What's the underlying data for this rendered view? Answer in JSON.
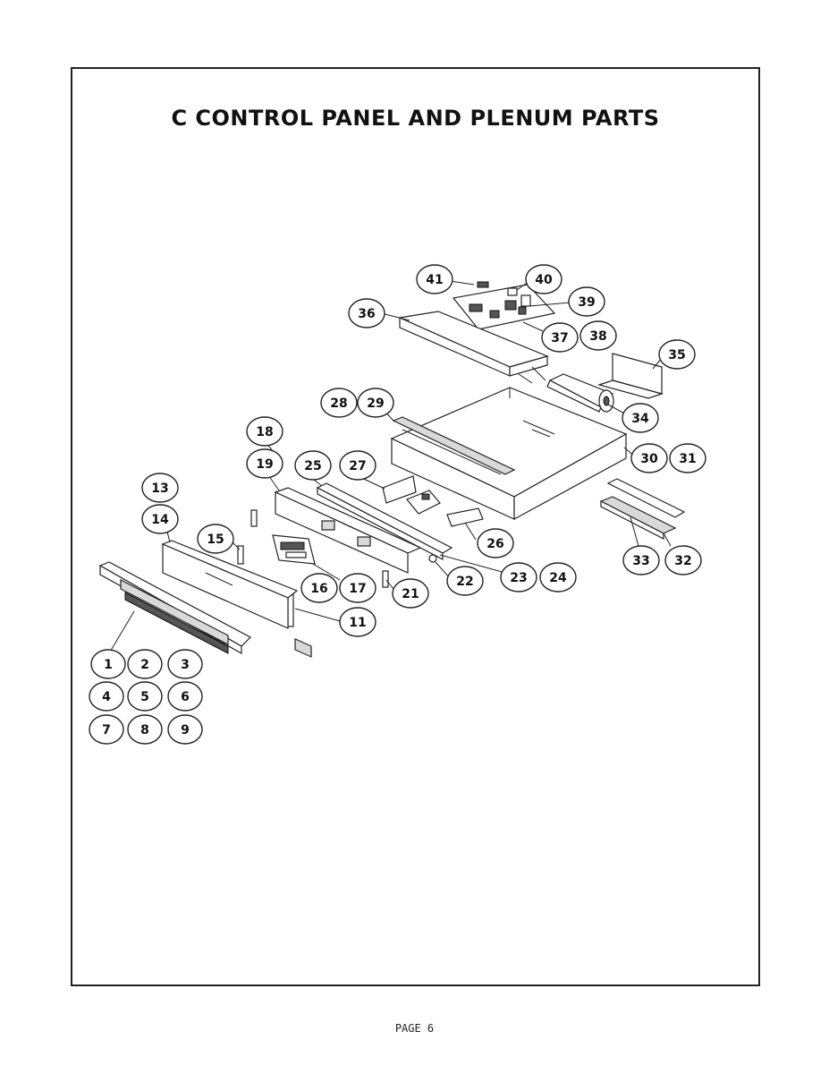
{
  "title": "C CONTROL PANEL AND PLENUM PARTS",
  "footer": "PAGE 6",
  "callouts": [
    "1",
    "2",
    "3",
    "4",
    "5",
    "6",
    "7",
    "8",
    "9",
    "11",
    "13",
    "14",
    "15",
    "16",
    "17",
    "18",
    "19",
    "21",
    "22",
    "23",
    "24",
    "25",
    "26",
    "27",
    "28",
    "29",
    "30",
    "31",
    "32",
    "33",
    "34",
    "35",
    "36",
    "37",
    "38",
    "39",
    "40",
    "41"
  ]
}
